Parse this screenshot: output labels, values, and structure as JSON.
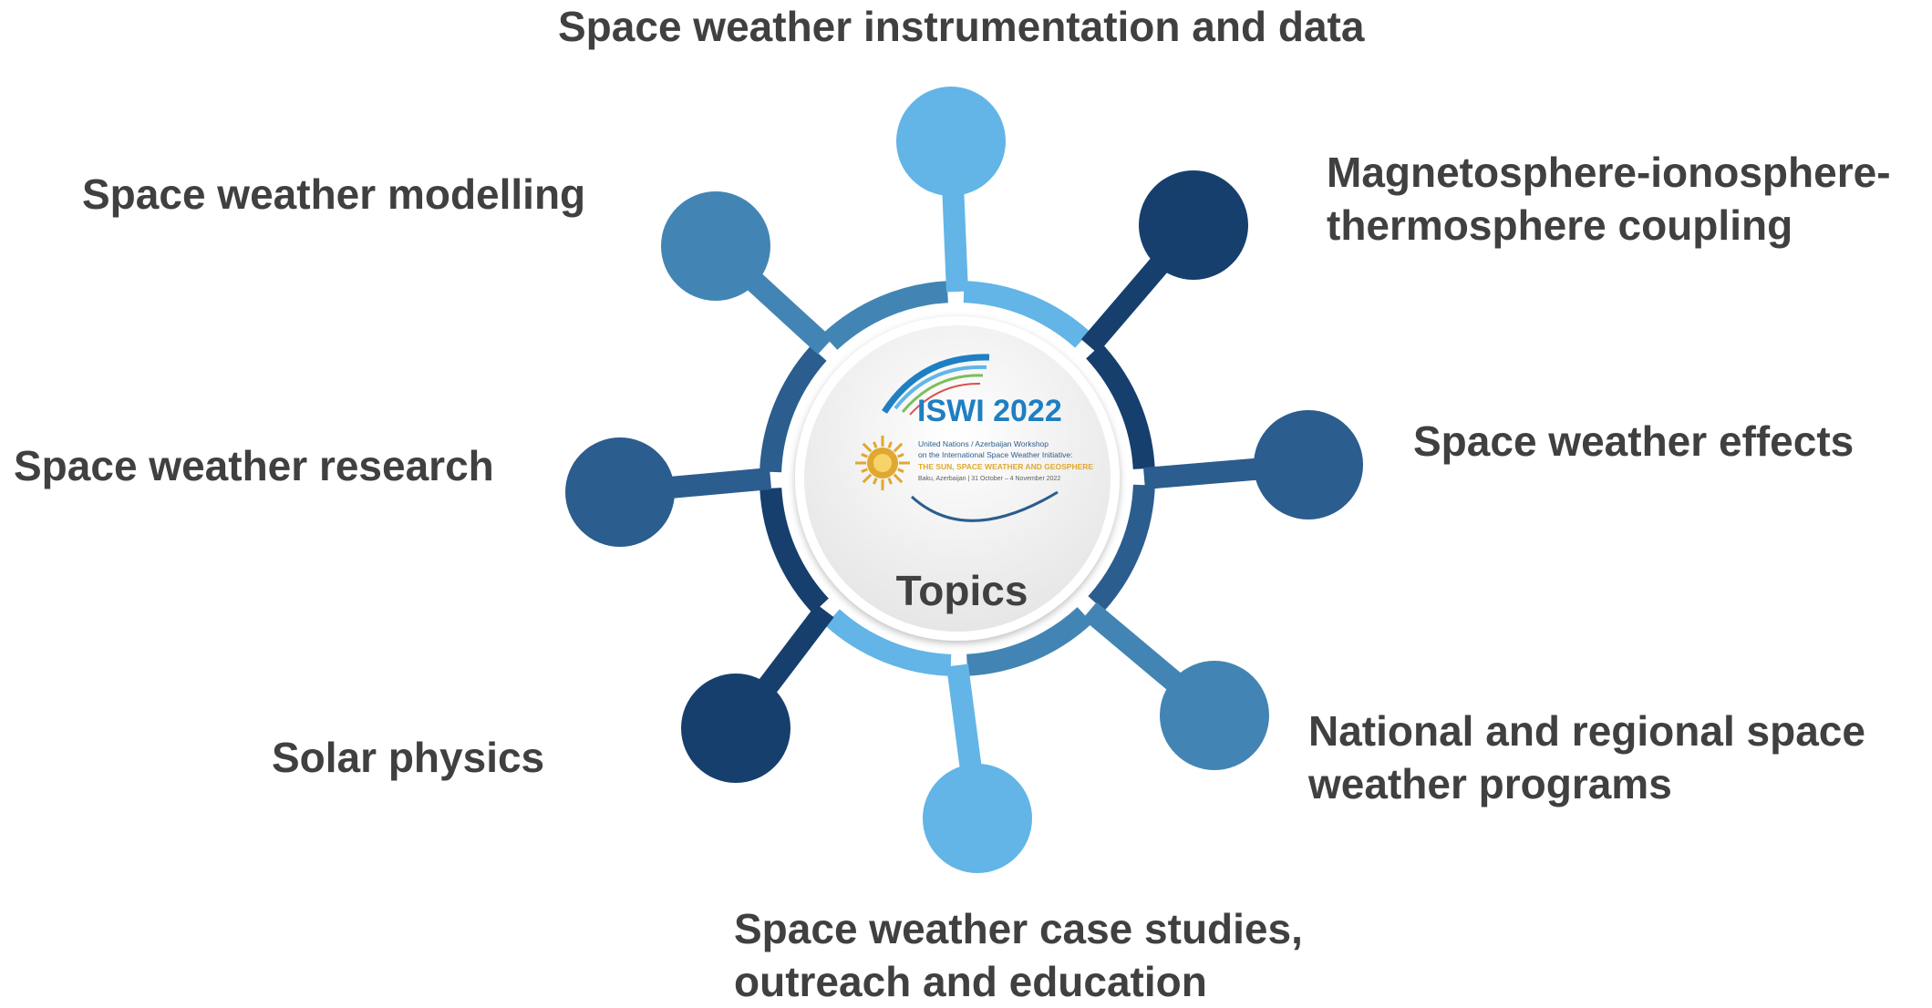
{
  "center": {
    "label": "Topics",
    "logo": {
      "title": "ISWI 2022",
      "line1": "United Nations / Azerbaijan Workshop",
      "line2": "on the International Space Weather Initiative:",
      "line3": "THE SUN, SPACE WEATHER AND GEOSPHERE",
      "line4": "Baku, Azerbaijan | 31 October – 4 November 2022"
    }
  },
  "topics": [
    {
      "label": "Space weather instrumentation and data",
      "color": "#62b5e6"
    },
    {
      "label": "Magnetosphere-ionosphere-thermosphere coupling",
      "color": "#163f6e"
    },
    {
      "label": "Space weather effects",
      "color": "#2b5d8e"
    },
    {
      "label": "National and regional space weather programs",
      "color": "#4285b4"
    },
    {
      "label": "Space weather case studies, outreach and education",
      "color": "#62b5e6"
    },
    {
      "label": "Solar physics",
      "color": "#163f6e"
    },
    {
      "label": "Space weather research",
      "color": "#2b5d8e"
    },
    {
      "label": "Space weather modelling",
      "color": "#4285b4"
    }
  ],
  "colors": {
    "text": "#404040",
    "logo_blue": "#1e7fc2",
    "logo_gold": "#e0a830",
    "center_bg": "#f2f2f2"
  }
}
